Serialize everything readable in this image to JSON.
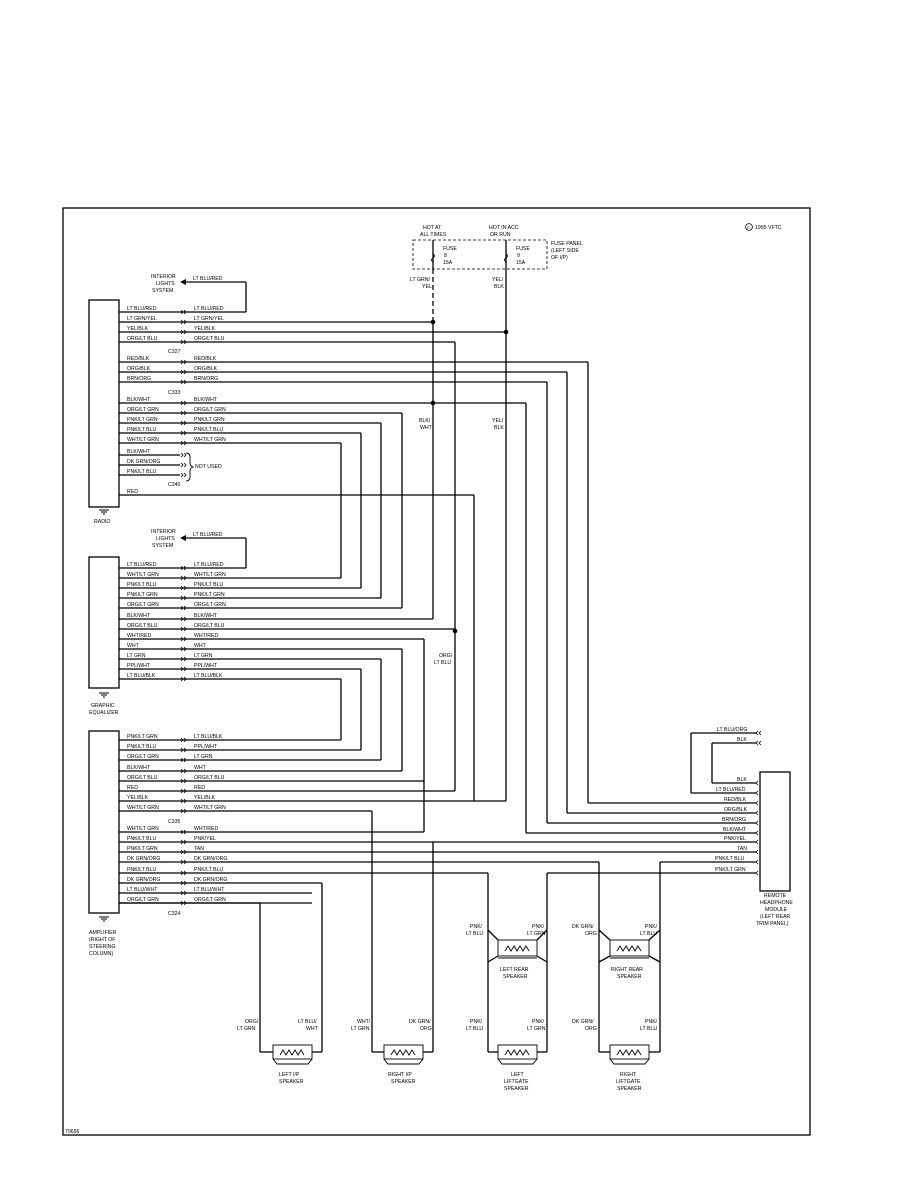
{
  "header": {
    "copyright": "1995 VFTC",
    "figure_id": "79656"
  },
  "fuse_panel": {
    "title_lines": [
      "FUSE PANEL",
      "(LEFT SIDE",
      "OF I/P)"
    ],
    "hot_at_all_times": [
      "HOT AT",
      "ALL TIMES"
    ],
    "hot_in_acc": [
      "HOT IN ACC",
      "OR RUN"
    ],
    "fuse_left": [
      "FUSE",
      "8",
      "15A"
    ],
    "fuse_right": [
      "FUSE",
      "9",
      "15A"
    ]
  },
  "components": {
    "interior_lights_1": [
      "INTERIOR",
      "LIGHTS",
      "SYSTEM"
    ],
    "interior_lights_2": [
      "INTERIOR",
      "LIGHTS",
      "SYSTEM"
    ],
    "radio": "RADIO",
    "graphic_eq": [
      "GRAPHIC",
      "EQUALIZER"
    ],
    "amplifier": [
      "AMPLIFIER",
      "(RIGHT OF",
      "STEERING",
      "COLUMN)"
    ],
    "remote_module": [
      "REMOTE",
      "HEADPHONE",
      "MODULE",
      "(LEFT REAR",
      "TRIM PANEL)"
    ],
    "left_rear_speaker": [
      "LEFT REAR",
      "SPEAKER"
    ],
    "right_rear_speaker": [
      "RIGHT REAR",
      "SPEAKER"
    ],
    "left_ip_speaker": [
      "LEFT I/P",
      "SPEAKER"
    ],
    "right_ip_speaker": [
      "RIGHT I/P",
      "SPEAKER"
    ],
    "left_liftgate_speaker": [
      "LEFT",
      "LIFTGATE",
      "SPEAKER"
    ],
    "right_liftgate_speaker": [
      "RIGHT",
      "LIFTGATE",
      "SPEAKER"
    ]
  },
  "connectors": {
    "c327": "C327",
    "c333": "C333",
    "c340": "C340",
    "c335": "C335",
    "c324": "C324",
    "not_used": "NOT USED"
  },
  "wire_labels": {
    "lt_blu_red": "LT BLU/RED",
    "lt_grn_yel": "LT GRN/YEL",
    "yel_blk": "YEL/BLK",
    "org_lt_blu": "ORG/LT BLU",
    "red_blk": "RED/BLK",
    "org_blk": "ORG/BLK",
    "brn_org": "BRN/ORG",
    "blk_wht": "BLK/WHT",
    "org_lt_grn": "ORG/LT GRN",
    "pnk_lt_grn": "PNK/LT GRN",
    "pnk_lt_blu": "PNK/LT BLU",
    "wht_lt_grn": "WHT/LT GRN",
    "dk_grn_org": "DK GRN/ORG",
    "red": "RED",
    "wht_red": "WHT/RED",
    "wht": "WHT",
    "lt_grn": "LT GRN",
    "ppl_wht": "PPL/WHT",
    "lt_blu_blk": "LT BLU/BLK",
    "pnk_yel": "PNK/YEL",
    "tan": "TAN",
    "lt_blu_wht": "LT BLU/WHT",
    "blk": "BLK",
    "lt_blu_org": "LT BLU/ORG"
  },
  "split_labels": {
    "lt_grn_yel_a": "LT GRN/",
    "lt_grn_yel_b": "YEL",
    "yel_blk_a": "YEL/",
    "yel_blk_b": "BLK",
    "blk_wht_a": "BLK/",
    "blk_wht_b": "WHT",
    "org_lt_blu_a": "ORG/",
    "org_lt_blu_b": "LT BLU",
    "pnk_a": "PNK/",
    "lt_grn_b": "LT GRN",
    "lt_blu_b": "LT BLU",
    "dk_grn_a": "DK GRN/",
    "org_b": "ORG",
    "org_a": "ORG/",
    "lt_blu_a": "LT BLU/",
    "wht_b": "WHT",
    "wht_a": "WHT/"
  }
}
